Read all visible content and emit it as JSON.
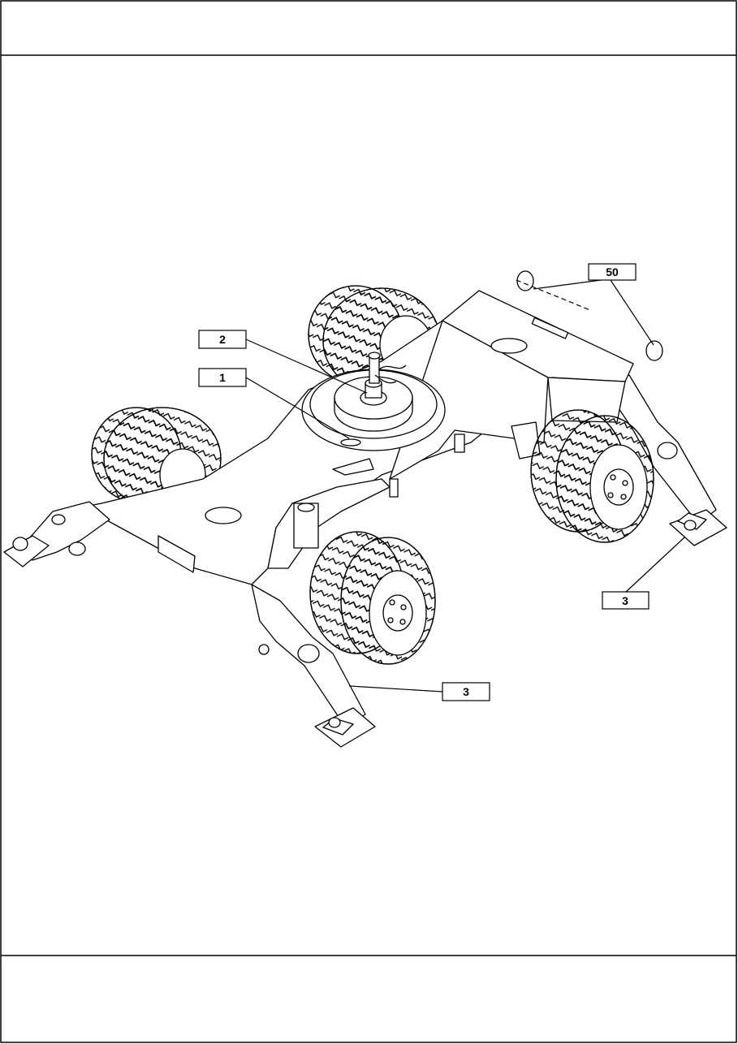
{
  "callouts": {
    "item_50": "50",
    "item_2": "2",
    "item_1": "1",
    "item_3_right": "3",
    "item_3_left": "3"
  },
  "colors": {
    "line": "#000000",
    "background": "#ffffff"
  }
}
